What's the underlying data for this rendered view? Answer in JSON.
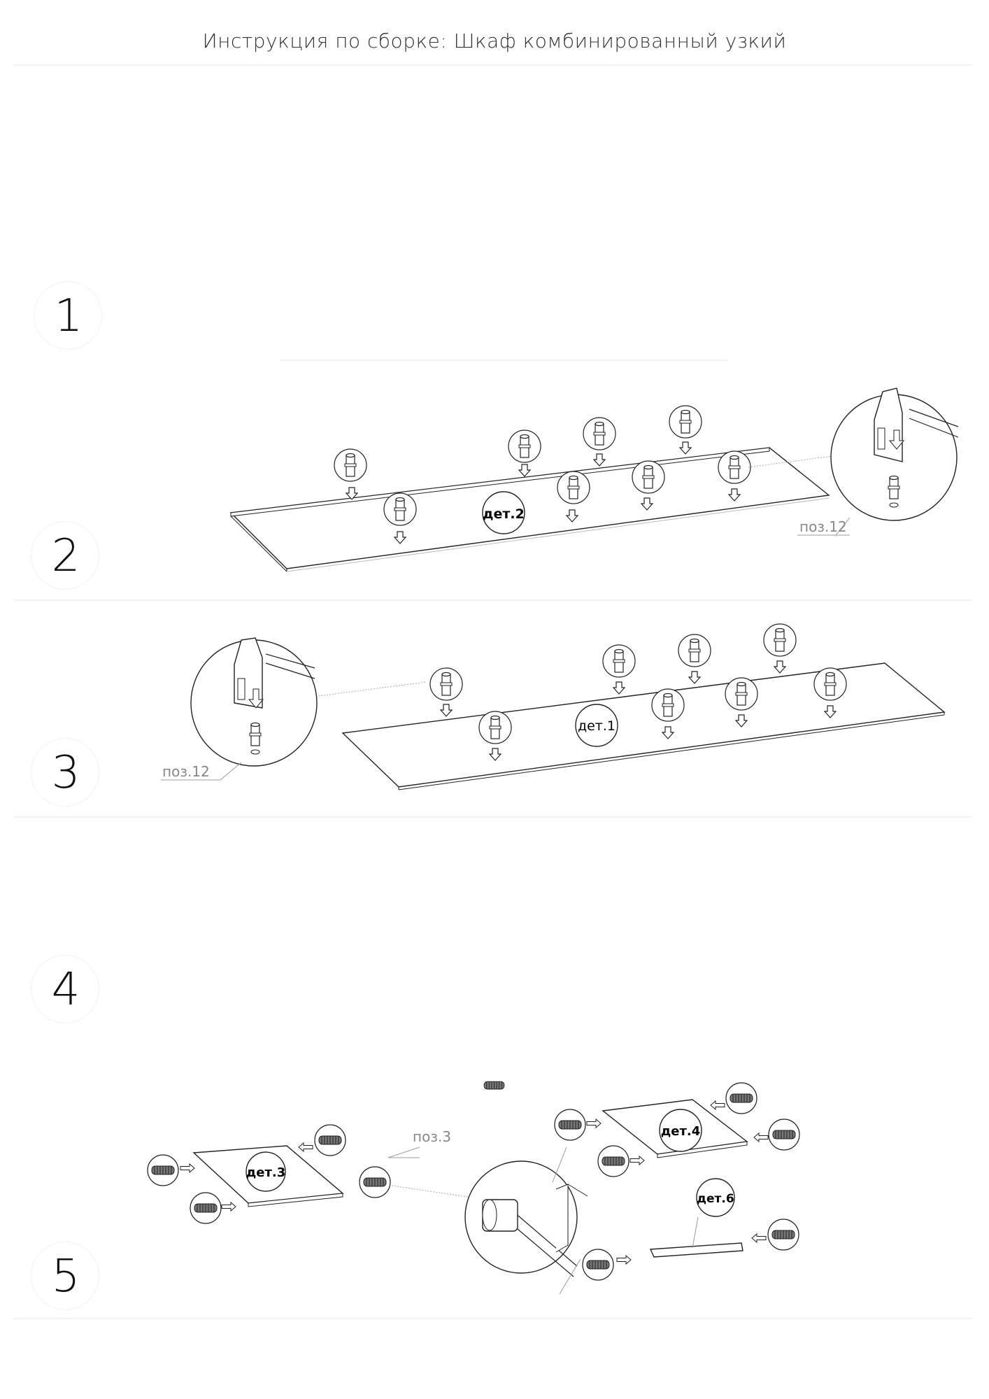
{
  "header": {
    "title": "Инструкция по сборке: Шкаф комбинированный узкий"
  },
  "steps": [
    {
      "number": "1"
    },
    {
      "number": "2"
    },
    {
      "number": "3"
    },
    {
      "number": "4"
    },
    {
      "number": "5"
    }
  ],
  "labels": {
    "det2": "дет.2",
    "det1": "дет.1",
    "det3": "дет.3",
    "det4": "дет.4",
    "det6": "дет.6",
    "poz12_a": "поз.12",
    "poz12_b": "поз.12",
    "poz3": "поз.3"
  }
}
